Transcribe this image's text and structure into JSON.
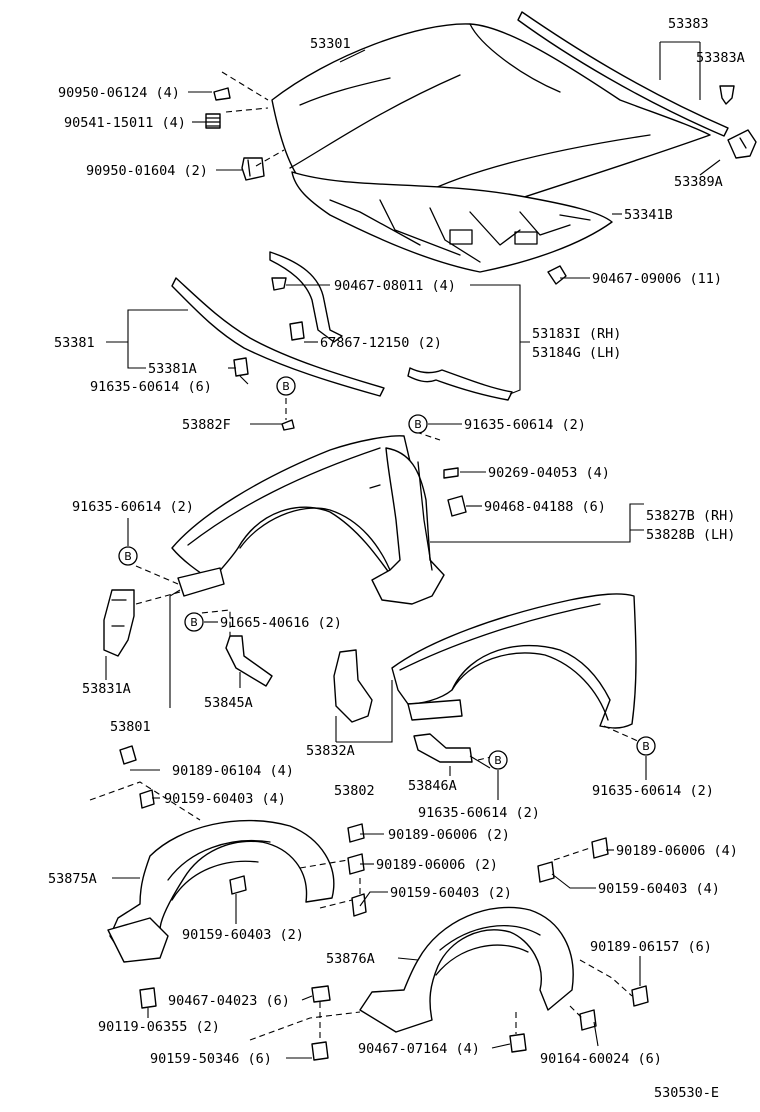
{
  "parts": {
    "hood": "53301",
    "hood_seal": "53383",
    "hood_seal_clip": "53383A",
    "hood_lock_bracket": "53389A",
    "hood_insulator": "53341B",
    "cushion_a": "90950-06124 (4)",
    "bolt_a": "90541-15011 (4)",
    "cushion_b": "90950-01604 (2)",
    "clip_a": "90467-08011 (4)",
    "clip_b": "90467-09006 (11)",
    "seal_front": "53381",
    "seal_front_sub": "53381A",
    "clip_c": "67867-12150 (2)",
    "rubber_rh": "53183I (RH)",
    "rubber_lh": "53184G (LH)",
    "bolt_b": "91635-60614 (6)",
    "bracket_f": "53882F",
    "bolt_c": "91635-60614 (2)",
    "screw_a": "90269-04053 (4)",
    "clip_d": "90468-04188 (6)",
    "liner_rh": "53827B (RH)",
    "liner_lh": "53828B (LH)",
    "bolt_d": "91635-60614 (2)",
    "bolt_e": "91665-40616 (2)",
    "bracket_a": "53831A",
    "bracket_b": "53845A",
    "fender_rh": "53801",
    "bracket_c": "53832A",
    "fender_lh": "53802",
    "bracket_d": "53846A",
    "bolt_f": "91635-60614 (2)",
    "bolt_g": "91635-60614 (2)",
    "screw_b": "90189-06104 (4)",
    "bolt_h": "90159-60403 (4)",
    "screw_c": "90189-06006 (2)",
    "screw_d": "90189-06006 (2)",
    "screw_e": "90189-06006 (4)",
    "bolt_i": "90159-60403 (2)",
    "bolt_j": "90159-60403 (4)",
    "splash_rh": "53875A",
    "bolt_k": "90159-60403 (2)",
    "splash_lh": "53876A",
    "screw_f": "90189-06157 (6)",
    "clip_e": "90467-04023 (6)",
    "clip_f": "90119-06355 (2)",
    "bolt_l": "90159-50346 (6)",
    "clip_g": "90467-07164 (4)",
    "screw_g": "90164-60024 (6)"
  },
  "callout": "B",
  "figure_code": "530530-E"
}
